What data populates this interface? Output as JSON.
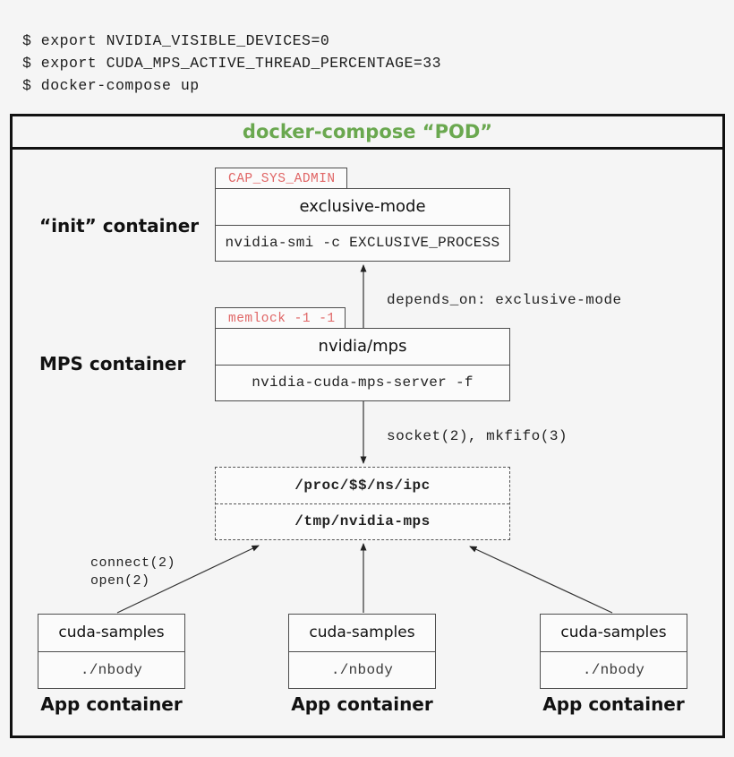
{
  "terminal": {
    "lines": [
      "$ export NVIDIA_VISIBLE_DEVICES=0",
      "$ export CUDA_MPS_ACTIVE_THREAD_PERCENTAGE=33",
      "$ docker-compose up"
    ]
  },
  "pod": {
    "title": "docker-compose “POD”"
  },
  "init_container": {
    "label": "“init” container",
    "capability_badge": "CAP_SYS_ADMIN",
    "service_name": "exclusive-mode",
    "command": "nvidia-smi -c EXCLUSIVE_PROCESS"
  },
  "mps_container": {
    "label": "MPS container",
    "ulimit_badge": "memlock -1 -1",
    "service_name": "nvidia/mps",
    "command": "nvidia-cuda-mps-server -f"
  },
  "edges": {
    "depends_on_label": "depends_on: exclusive-mode",
    "socket_label": "socket(2), mkfifo(3)",
    "connect_label_line1": "connect(2)",
    "connect_label_line2": "open(2)"
  },
  "shared_ipc": {
    "rows": [
      "/proc/$$/ns/ipc",
      "/tmp/nvidia-mps"
    ]
  },
  "app_containers": [
    {
      "label": "App container",
      "image": "cuda-samples",
      "command": "./nbody"
    },
    {
      "label": "App container",
      "image": "cuda-samples",
      "command": "./nbody"
    },
    {
      "label": "App container",
      "image": "cuda-samples",
      "command": "./nbody"
    }
  ],
  "colors": {
    "accent_green": "#6aa84f",
    "badge_red": "#e06666"
  }
}
